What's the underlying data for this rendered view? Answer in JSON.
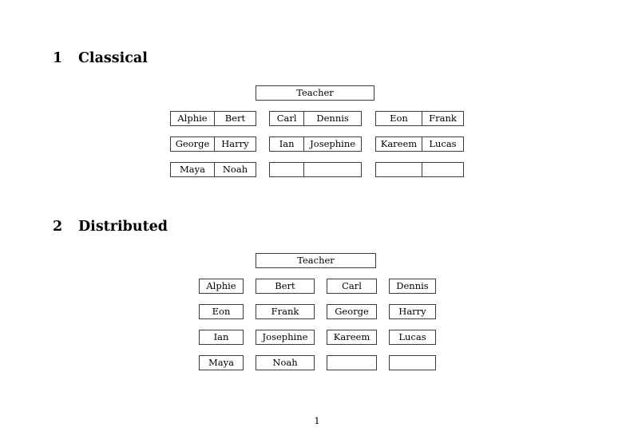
{
  "document": {
    "page_number": "1"
  },
  "sections": [
    {
      "number": "1",
      "title": "Classical",
      "teacher_label": "Teacher",
      "groups": [
        {
          "name": "group-left",
          "rows": [
            {
              "left": "Alphie",
              "right": "Bert"
            },
            {
              "left": "George",
              "right": "Harry"
            },
            {
              "left": "Maya",
              "right": "Noah"
            }
          ]
        },
        {
          "name": "group-middle",
          "rows": [
            {
              "left": "Carl",
              "right": "Dennis"
            },
            {
              "left": "Ian",
              "right": "Josephine"
            },
            {
              "left": "",
              "right": ""
            }
          ]
        },
        {
          "name": "group-right",
          "rows": [
            {
              "left": "Eon",
              "right": "Frank"
            },
            {
              "left": "Kareem",
              "right": "Lucas"
            },
            {
              "left": "",
              "right": ""
            }
          ]
        }
      ]
    },
    {
      "number": "2",
      "title": "Distributed",
      "teacher_label": "Teacher",
      "rows": [
        [
          "Alphie",
          "Bert",
          "Carl",
          "Dennis"
        ],
        [
          "Eon",
          "Frank",
          "George",
          "Harry"
        ],
        [
          "Ian",
          "Josephine",
          "Kareem",
          "Lucas"
        ],
        [
          "Maya",
          "Noah",
          "",
          ""
        ]
      ]
    }
  ]
}
